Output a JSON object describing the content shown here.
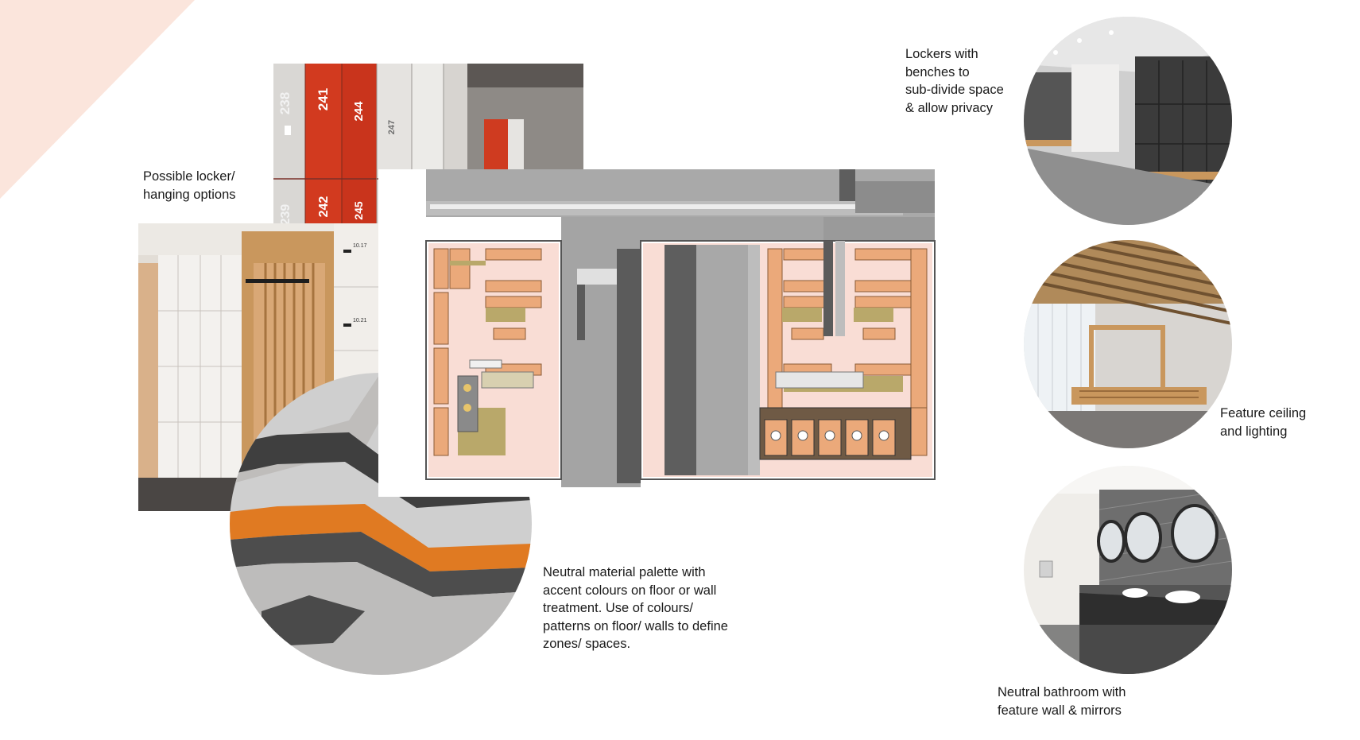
{
  "captions": {
    "locker_hanging": "Possible locker/\nhanging options",
    "lockers_benches": "Lockers with\nbenches to\nsub-divide space\n& allow privacy",
    "feature_ceiling": "Feature ceiling\nand lighting",
    "neutral_palette": "Neutral material palette with\naccent colours on floor or wall\ntreatment. Use of colours/\npatterns on floor/ walls to define\nzones/ spaces.",
    "neutral_bathroom": "Neutral bathroom with\nfeature wall & mirrors"
  },
  "locker_numbers": [
    "238",
    "241",
    "244",
    "247",
    "242",
    "245",
    "239"
  ],
  "wood_locker_tags": [
    "10.17",
    "10.21"
  ],
  "colors": {
    "accent_peach": "#fbe5dc",
    "locker_red": "#d23a1f",
    "accent_orange": "#e37a1f",
    "floor_dark": "#4a4a4a",
    "floor_light": "#c9c9c9",
    "plan_wall_grey": "#a9a9a9",
    "plan_floor_pink": "#f9ddd5",
    "plan_furniture_peach": "#eba97a",
    "plan_shadow_olive": "#b9a86a",
    "wood": "#c9975d"
  },
  "icons": [
    "peach-corner-shape"
  ]
}
